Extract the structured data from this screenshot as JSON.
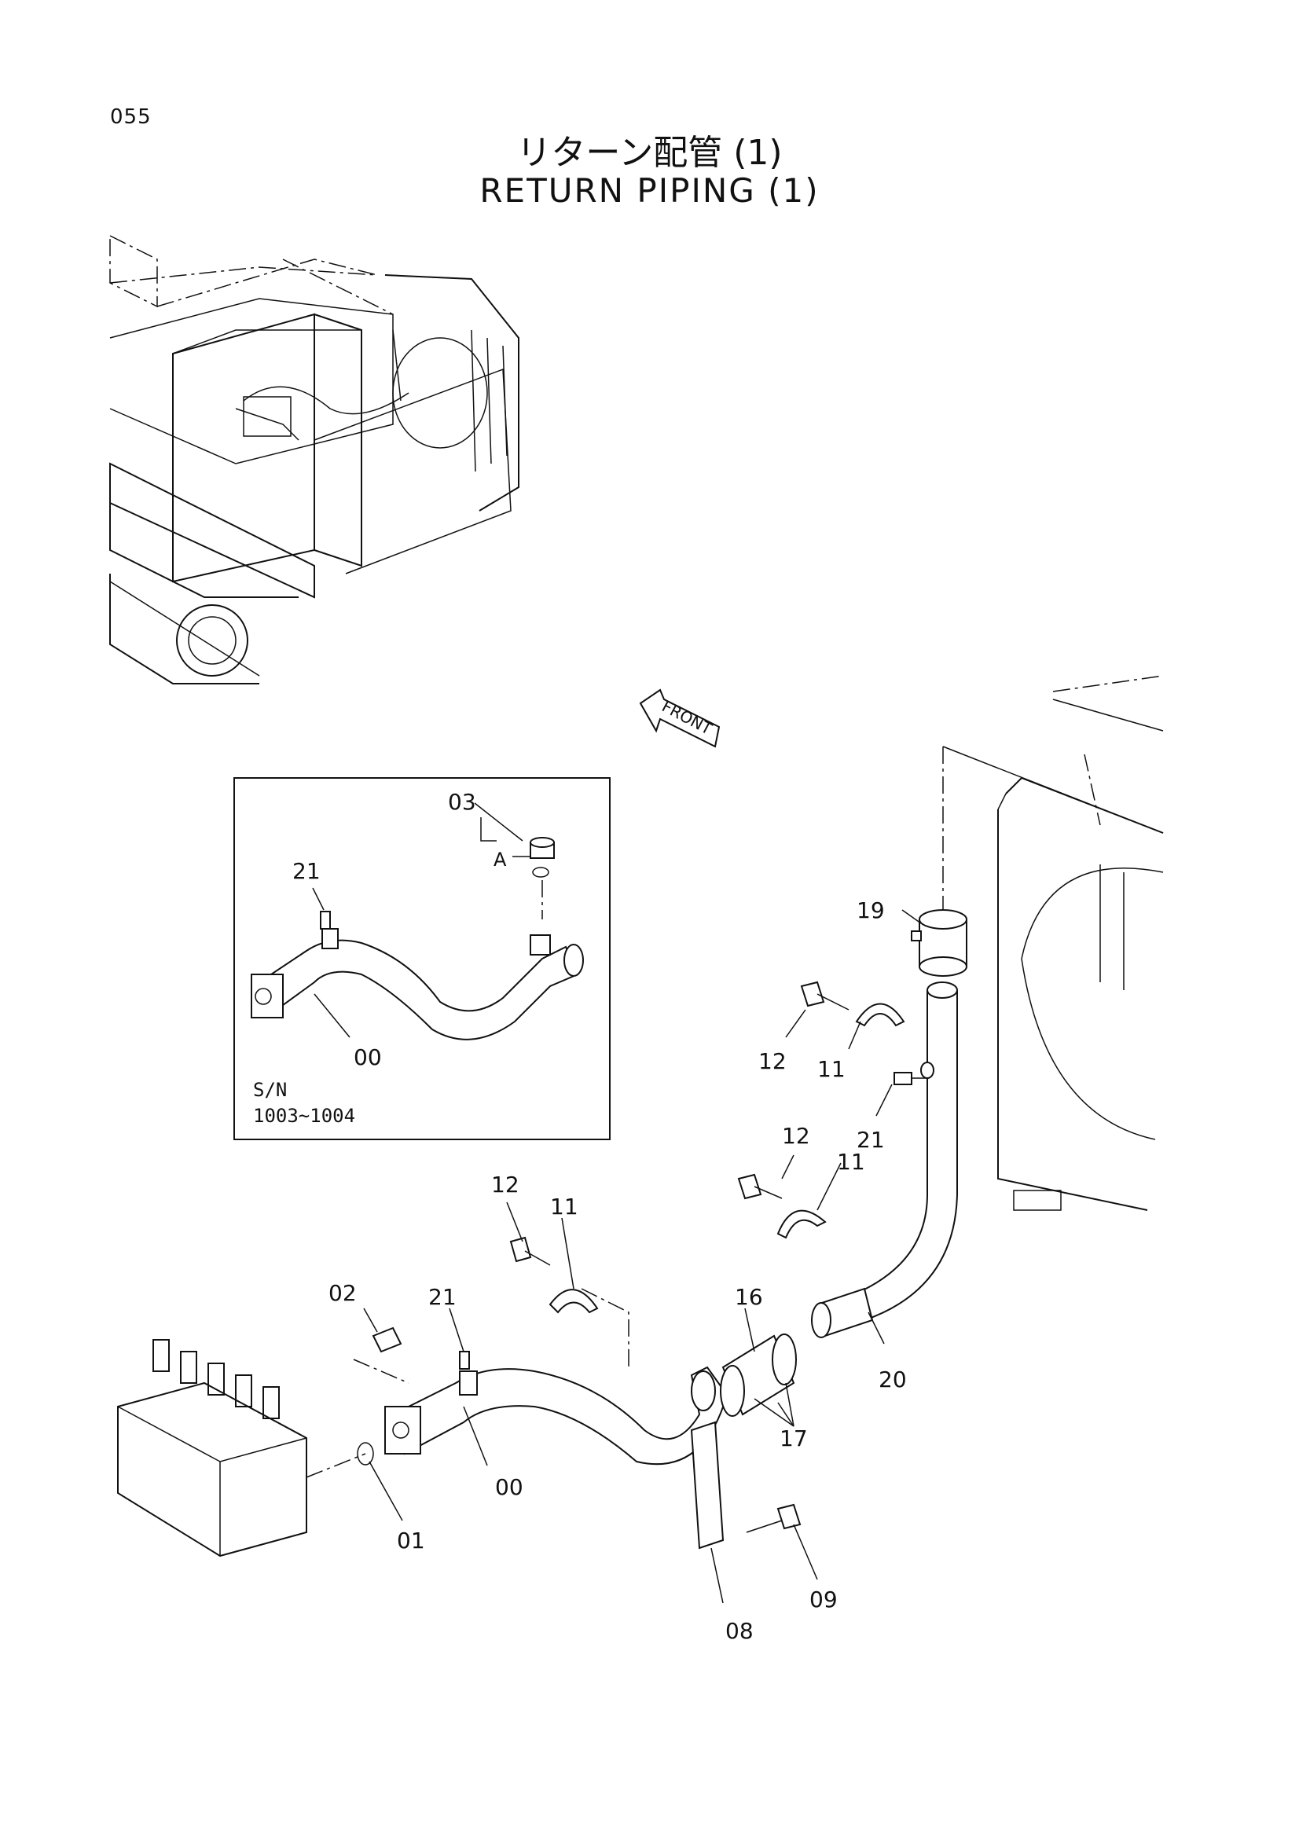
{
  "page_number": "055",
  "title_jp": "リターン配管 (1)",
  "title_en": "RETURN PIPING (1)",
  "direction_label": "FRONT",
  "inset": {
    "sn_label": "S/N",
    "sn_range": "1003~1004",
    "view_label": "A",
    "callouts": {
      "c03": "03",
      "c21": "21",
      "c00": "00"
    }
  },
  "callouts": {
    "c19": "19",
    "c12a": "12",
    "c11a": "11",
    "c21a": "21",
    "c12b": "12",
    "c11b": "11",
    "c12c": "12",
    "c11c": "11",
    "c02": "02",
    "c21b": "21",
    "c16": "16",
    "c20": "20",
    "c17": "17",
    "c00": "00",
    "c01": "01",
    "c09": "09",
    "c08": "08"
  }
}
